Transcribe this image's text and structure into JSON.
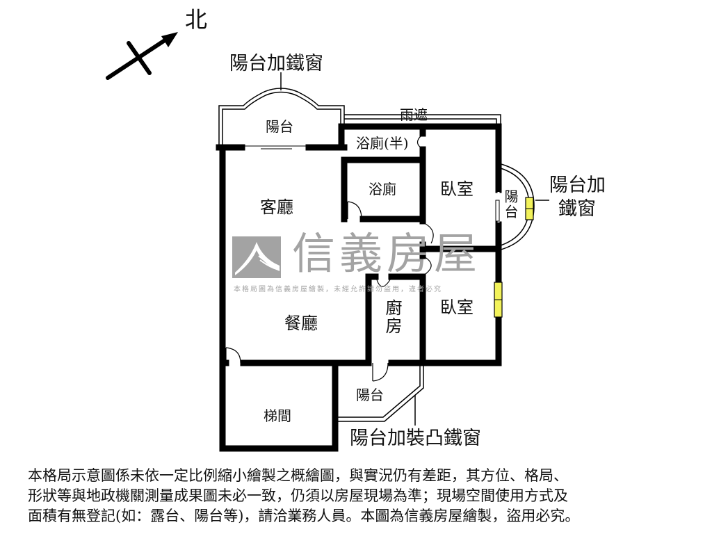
{
  "compass": {
    "label": "北",
    "direction": "north-east"
  },
  "callouts": {
    "top_balcony": "陽台加鐵窗",
    "awning": "雨遮",
    "right_balcony_line1": "陽台加",
    "right_balcony_line2": "鐵窗",
    "bottom_balcony": "陽台加裝凸鐵窗"
  },
  "rooms": {
    "balcony_top": "陽台",
    "half_bath": "浴廁(半)",
    "bath": "浴廁",
    "living_room": "客廳",
    "bedroom_1": "臥室",
    "balcony_right": "陽台",
    "dining_room": "餐廳",
    "kitchen": "廚房",
    "bedroom_2": "臥室",
    "balcony_bottom": "陽台",
    "stairwell": "梯間"
  },
  "watermark": {
    "brand": "信義房屋",
    "notice": "本格局圖為信義房屋繪製，未經允許請勿盜用，違者必究",
    "color": "#a3a3a3"
  },
  "window_color": "#f2f25a",
  "disclaimer": {
    "line1": "本格局示意圖係未依一定比例縮小繪製之概繪圖，與實況仍有差距，其方位、格局、",
    "line2": "形狀等與地政機關測量成果圖未必一致，仍須以房屋現場為準；現場空間使用方式及",
    "line3": "面積有無登記(如：露台、陽台等)，請洽業務人員。本圖為信義房屋繪製，盜用必究。"
  }
}
